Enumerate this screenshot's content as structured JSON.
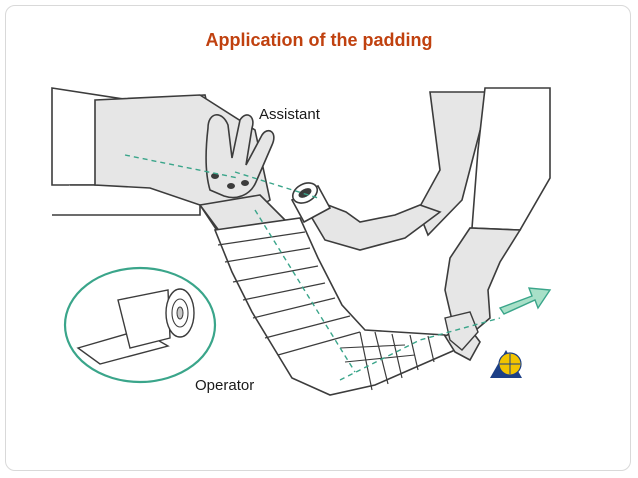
{
  "slide": {
    "title": "Application of the padding"
  },
  "diagram": {
    "labels": {
      "assistant": "Assistant",
      "operator": "Operator"
    },
    "colors": {
      "title": "#c0410f",
      "skin": "#e6e6e6",
      "outline": "#3c3c3c",
      "guide_line": "#3aa58a",
      "arrow": "#a8e0c8",
      "bandage": "#ffffff"
    },
    "icons": [
      "bandage-roll-icon",
      "logo-icon",
      "direction-arrow-icon"
    ]
  }
}
